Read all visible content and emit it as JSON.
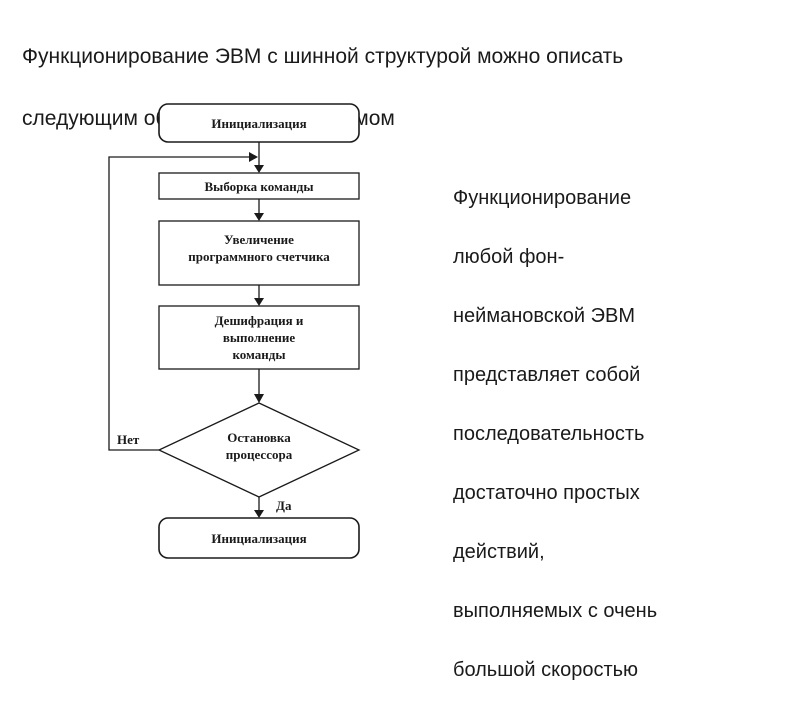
{
  "title_lines": [
    "Функционирование ЭВМ с шинной структурой можно описать",
    "следующим обобщенным алгоритмом"
  ],
  "side_text_lines": [
    "Функционирование",
    "любой фон-",
    "неймановской ЭВМ",
    "представляет собой",
    "последовательность",
    "достаточно простых",
    "действий,",
    "выполняемых с очень",
    "большой скоростью"
  ],
  "flowchart": {
    "init_top": "Инициализация",
    "fetch": "Выборка команды",
    "increment": [
      "Увеличение",
      "программного счетчика"
    ],
    "decode": [
      "Дешифрация и",
      "выполнение",
      "команды"
    ],
    "decision": [
      "Остановка",
      "процессора"
    ],
    "no_label": "Нет",
    "yes_label": "Да",
    "init_bottom": "Инициализация"
  }
}
